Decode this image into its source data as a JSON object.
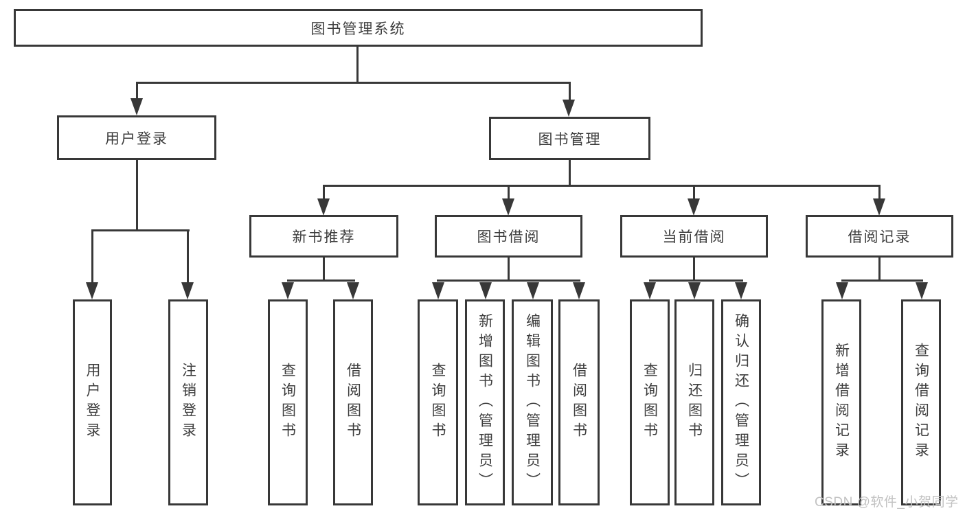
{
  "tree": {
    "root": {
      "label": "图书管理系统",
      "children": [
        {
          "label": "用户登录",
          "children": [
            {
              "label": "用户登录"
            },
            {
              "label": "注销登录"
            }
          ]
        },
        {
          "label": "图书管理",
          "children": [
            {
              "label": "新书推荐",
              "children": [
                {
                  "label": "查询图书"
                },
                {
                  "label": "借阅图书"
                }
              ]
            },
            {
              "label": "图书借阅",
              "children": [
                {
                  "label": "查询图书"
                },
                {
                  "label": "新增图书（管理员）"
                },
                {
                  "label": "编辑图书（管理员）"
                },
                {
                  "label": "借阅图书"
                }
              ]
            },
            {
              "label": "当前借阅",
              "children": [
                {
                  "label": "查询图书"
                },
                {
                  "label": "归还图书"
                },
                {
                  "label": "确认归还（管理员）"
                }
              ]
            },
            {
              "label": "借阅记录",
              "children": [
                {
                  "label": "新增借阅记录"
                },
                {
                  "label": "查询借阅记录"
                }
              ]
            }
          ]
        }
      ]
    }
  },
  "watermark": {
    "text": "CSDN @软件_小贺同学"
  },
  "colors": {
    "line": "#383838",
    "text": "#3d3d3d",
    "watermark": "#c2c2c2",
    "background": "#ffffff"
  }
}
